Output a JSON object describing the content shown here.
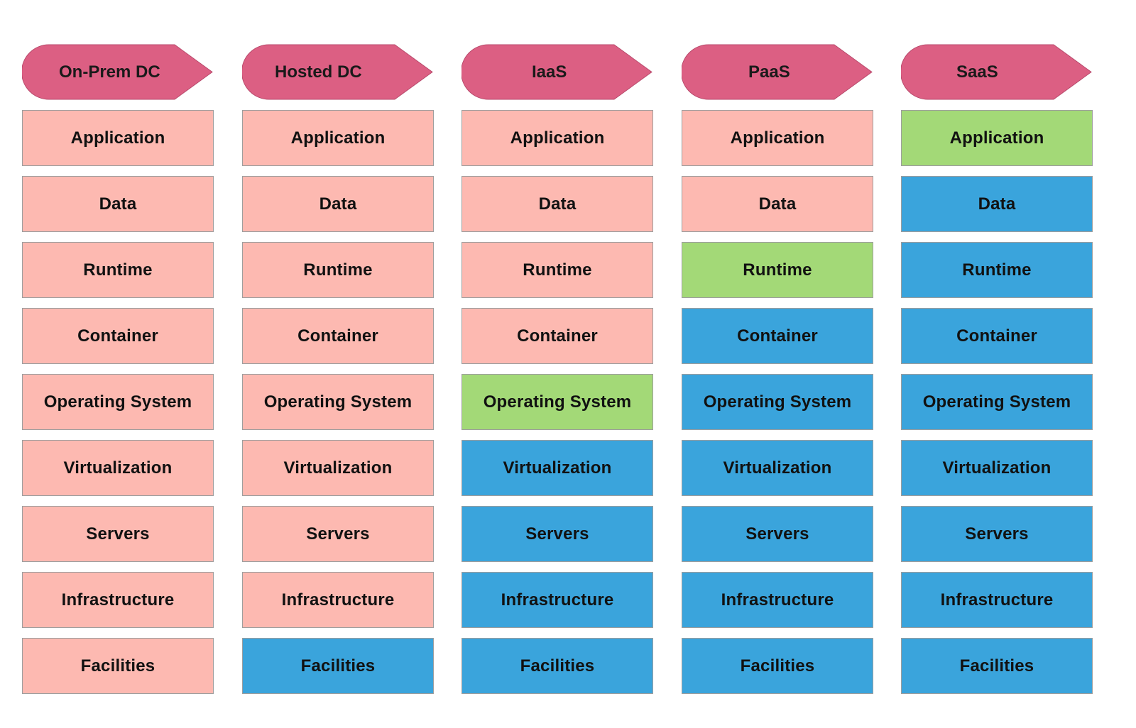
{
  "colors": {
    "header": "#dc5f83",
    "header_border": "#b84a6c",
    "pink": "#fdb9b1",
    "green": "#a3d977",
    "blue": "#3aa4dc"
  },
  "columns": [
    {
      "title": "On-Prem DC",
      "layers": [
        {
          "label": "Application",
          "color": "pink"
        },
        {
          "label": "Data",
          "color": "pink"
        },
        {
          "label": "Runtime",
          "color": "pink"
        },
        {
          "label": "Container",
          "color": "pink"
        },
        {
          "label": "Operating System",
          "color": "pink"
        },
        {
          "label": "Virtualization",
          "color": "pink"
        },
        {
          "label": "Servers",
          "color": "pink"
        },
        {
          "label": "Infrastructure",
          "color": "pink"
        },
        {
          "label": "Facilities",
          "color": "pink"
        }
      ]
    },
    {
      "title": "Hosted DC",
      "layers": [
        {
          "label": "Application",
          "color": "pink"
        },
        {
          "label": "Data",
          "color": "pink"
        },
        {
          "label": "Runtime",
          "color": "pink"
        },
        {
          "label": "Container",
          "color": "pink"
        },
        {
          "label": "Operating System",
          "color": "pink"
        },
        {
          "label": "Virtualization",
          "color": "pink"
        },
        {
          "label": "Servers",
          "color": "pink"
        },
        {
          "label": "Infrastructure",
          "color": "pink"
        },
        {
          "label": "Facilities",
          "color": "blue"
        }
      ]
    },
    {
      "title": "IaaS",
      "layers": [
        {
          "label": "Application",
          "color": "pink"
        },
        {
          "label": "Data",
          "color": "pink"
        },
        {
          "label": "Runtime",
          "color": "pink"
        },
        {
          "label": "Container",
          "color": "pink"
        },
        {
          "label": "Operating System",
          "color": "green"
        },
        {
          "label": "Virtualization",
          "color": "blue"
        },
        {
          "label": "Servers",
          "color": "blue"
        },
        {
          "label": "Infrastructure",
          "color": "blue"
        },
        {
          "label": "Facilities",
          "color": "blue"
        }
      ]
    },
    {
      "title": "PaaS",
      "layers": [
        {
          "label": "Application",
          "color": "pink"
        },
        {
          "label": "Data",
          "color": "pink"
        },
        {
          "label": "Runtime",
          "color": "green"
        },
        {
          "label": "Container",
          "color": "blue"
        },
        {
          "label": "Operating System",
          "color": "blue"
        },
        {
          "label": "Virtualization",
          "color": "blue"
        },
        {
          "label": "Servers",
          "color": "blue"
        },
        {
          "label": "Infrastructure",
          "color": "blue"
        },
        {
          "label": "Facilities",
          "color": "blue"
        }
      ]
    },
    {
      "title": "SaaS",
      "layers": [
        {
          "label": "Application",
          "color": "green"
        },
        {
          "label": "Data",
          "color": "blue"
        },
        {
          "label": "Runtime",
          "color": "blue"
        },
        {
          "label": "Container",
          "color": "blue"
        },
        {
          "label": "Operating System",
          "color": "blue"
        },
        {
          "label": "Virtualization",
          "color": "blue"
        },
        {
          "label": "Servers",
          "color": "blue"
        },
        {
          "label": "Infrastructure",
          "color": "blue"
        },
        {
          "label": "Facilities",
          "color": "blue"
        }
      ]
    }
  ]
}
